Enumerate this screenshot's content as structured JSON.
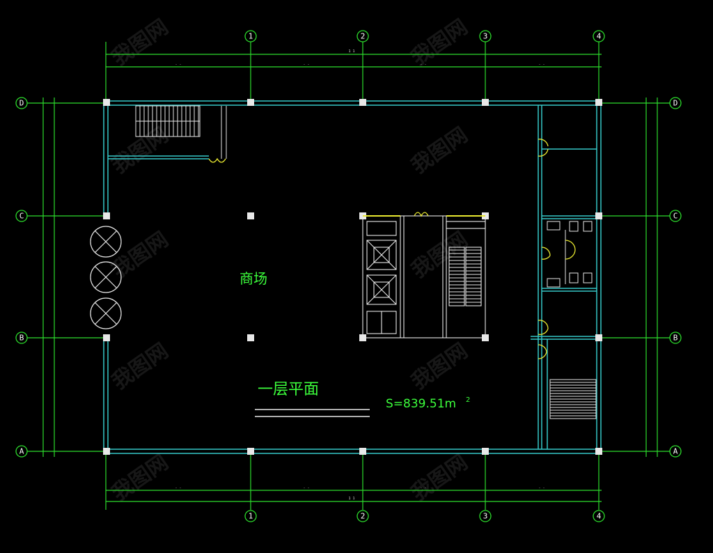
{
  "drawing": {
    "room_label": "商场",
    "title": "一层平面",
    "area_text": "S=839.51m",
    "area_superscript": "2"
  },
  "axes": {
    "columns": [
      "1",
      "2",
      "3",
      "4"
    ],
    "rows": [
      "D",
      "C",
      "B",
      "A"
    ]
  },
  "colors": {
    "background": "#000000",
    "wall": "#35c8c8",
    "dimension": "#2cdc2c",
    "detail": "#e8e8e8",
    "door": "#e8e830",
    "text": "#3cff3c"
  },
  "watermark": "我图网"
}
